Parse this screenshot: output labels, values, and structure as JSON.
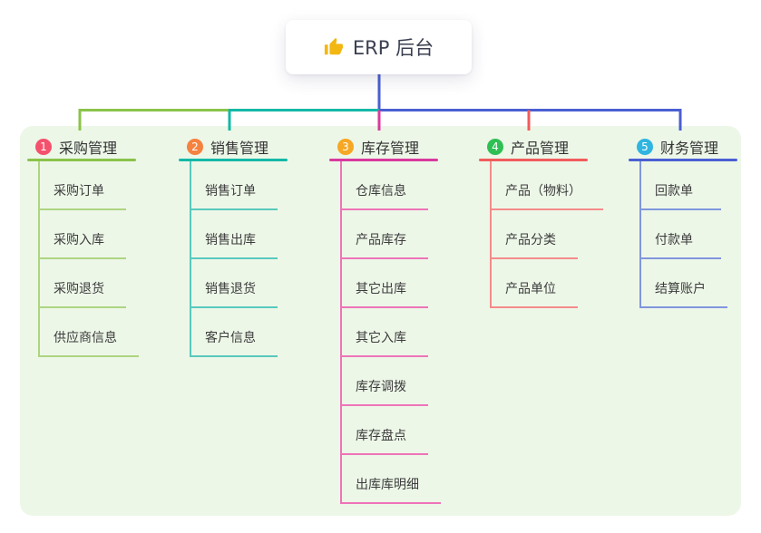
{
  "root": {
    "label": "ERP 后台",
    "icon": "thumbs-up-icon",
    "line_color": "#4a5fd2"
  },
  "panel_color": "#edf7e8",
  "branches": [
    {
      "num": "1",
      "label": "采购管理",
      "badge_color": "#f4516c",
      "line_color": "#8bc34a",
      "sub_line_color": "#aed581",
      "items": [
        "采购订单",
        "采购入库",
        "采购退货",
        "供应商信息"
      ]
    },
    {
      "num": "2",
      "label": "销售管理",
      "badge_color": "#f5823f",
      "line_color": "#14b8a6",
      "sub_line_color": "#58c9bd",
      "items": [
        "销售订单",
        "销售出库",
        "销售退货",
        "客户信息"
      ]
    },
    {
      "num": "3",
      "label": "库存管理",
      "badge_color": "#f6a723",
      "line_color": "#d93a9e",
      "sub_line_color": "#ee74b8",
      "items": [
        "仓库信息",
        "产品库存",
        "其它出库",
        "其它入库",
        "库存调拨",
        "库存盘点",
        "出库库明细"
      ]
    },
    {
      "num": "4",
      "label": "产品管理",
      "badge_color": "#2fbf55",
      "line_color": "#f15c5c",
      "sub_line_color": "#f48b8b",
      "items": [
        "产品（物料）",
        "产品分类",
        "产品单位"
      ]
    },
    {
      "num": "5",
      "label": "财务管理",
      "badge_color": "#2fb5e0",
      "line_color": "#4a5fd2",
      "sub_line_color": "#8096dd",
      "items": [
        "回款单",
        "付款单",
        "结算账户"
      ]
    }
  ]
}
